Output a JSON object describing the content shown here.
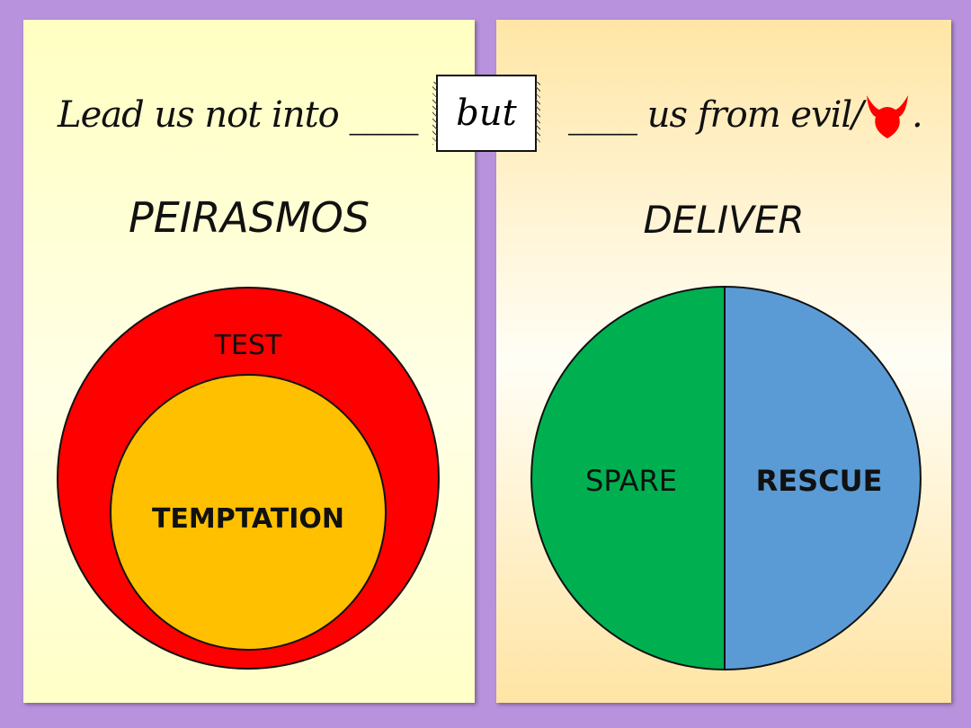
{
  "sentence": {
    "part1": "Lead us not into ____",
    "connector": "but",
    "part2": "____ us from evil/",
    "end": ".",
    "devil_icon": "devil-face-icon",
    "devil_color": "#ff0000"
  },
  "left": {
    "heading": "PEIRASMOS",
    "outer_label": "TEST",
    "inner_label": "TEMPTATION",
    "outer_color": "#ff0000",
    "inner_color": "#ffc000"
  },
  "right": {
    "heading": "DELIVER",
    "left_label": "SPARE",
    "right_label": "RESCUE",
    "left_color": "#00b050",
    "right_color": "#5b9bd5"
  },
  "background_color": "#b892dc"
}
